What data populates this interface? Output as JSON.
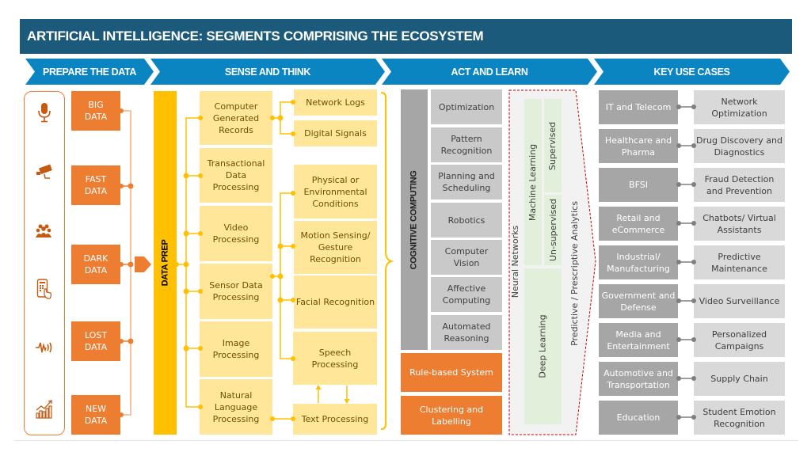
{
  "title": "ARTIFICIAL INTELLIGENCE: SEGMENTS COMPRISING THE ECOSYSTEM",
  "stages": [
    {
      "label": "PREPARE THE DATA"
    },
    {
      "label": "SENSE AND THINK"
    },
    {
      "label": "ACT AND LEARN"
    },
    {
      "label": "KEY USE CASES"
    }
  ],
  "prepare": {
    "source_icons": [
      "microphone-icon",
      "cctv-camera-icon",
      "people-group-icon",
      "mobile-touch-icon",
      "sound-wave-icon",
      "growth-chart-icon"
    ],
    "data_types": [
      "BIG\nDATA",
      "FAST\nDATA",
      "DARK\nDATA",
      "LOST\nDATA",
      "NEW\nDATA"
    ],
    "data_prep_label": "DATA PREP"
  },
  "sense": {
    "processing": [
      "Computer Generated Records",
      "Transactional Data Processing",
      "Video Processing",
      "Sensor Data Processing",
      "Image Processing",
      "Natural Language Processing"
    ],
    "record_outputs": [
      "Network Logs",
      "Digital Signals"
    ],
    "sensor_outputs": [
      "Physical or Environmental Conditions",
      "Motion Sensing/ Gesture Recognition",
      "Facial Recognition",
      "Speech Processing"
    ],
    "text_processing": "Text Processing"
  },
  "act": {
    "cognitive_label": "COGNITIVE COMPUTING",
    "cognitive_items": [
      "Optimization",
      "Pattern Recognition",
      "Planning and Scheduling",
      "Robotics",
      "Computer Vision",
      "Affective Computing",
      "Automated Reasoning"
    ],
    "rule_based": "Rule-based System",
    "clustering": "Clustering and Labelling",
    "neural_networks": "Neural Networks",
    "machine_learning": "Machine Learning",
    "supervised": "Supervised",
    "unsupervised": "Un-supervised",
    "deep_learning": "Deep Learning",
    "analytics": "Predictive / Prescriptive Analytics"
  },
  "use_cases": [
    {
      "industry": "IT and Telecom",
      "case": "Network Optimization"
    },
    {
      "industry": "Healthcare and Pharma",
      "case": "Drug Discovery and Diagnostics"
    },
    {
      "industry": "BFSI",
      "case": "Fraud Detection and Prevention"
    },
    {
      "industry": "Retail and eCommerce",
      "case": "Chatbots/ Virtual Assistants"
    },
    {
      "industry": "Industrial/ Manufacturing",
      "case": "Predictive Maintenance"
    },
    {
      "industry": "Government and Defense",
      "case": "Video Surveillance"
    },
    {
      "industry": "Media and Entertainment",
      "case": "Personalized Campaigns"
    },
    {
      "industry": "Automotive and Transportation",
      "case": "Supply Chain"
    },
    {
      "industry": "Education",
      "case": "Student Emotion Recognition"
    }
  ],
  "colors": {
    "title_bg": "#1b5a7a",
    "stage_bg": "#0b84c2",
    "orange": "#ed7d31",
    "yellow_bar": "#ffc000",
    "yellow_box": "#ffe699",
    "gray_dark": "#a6a6a6",
    "gray_light": "#d9d9d9",
    "green_light": "#e2efda",
    "dashed_red": "#c00000"
  }
}
